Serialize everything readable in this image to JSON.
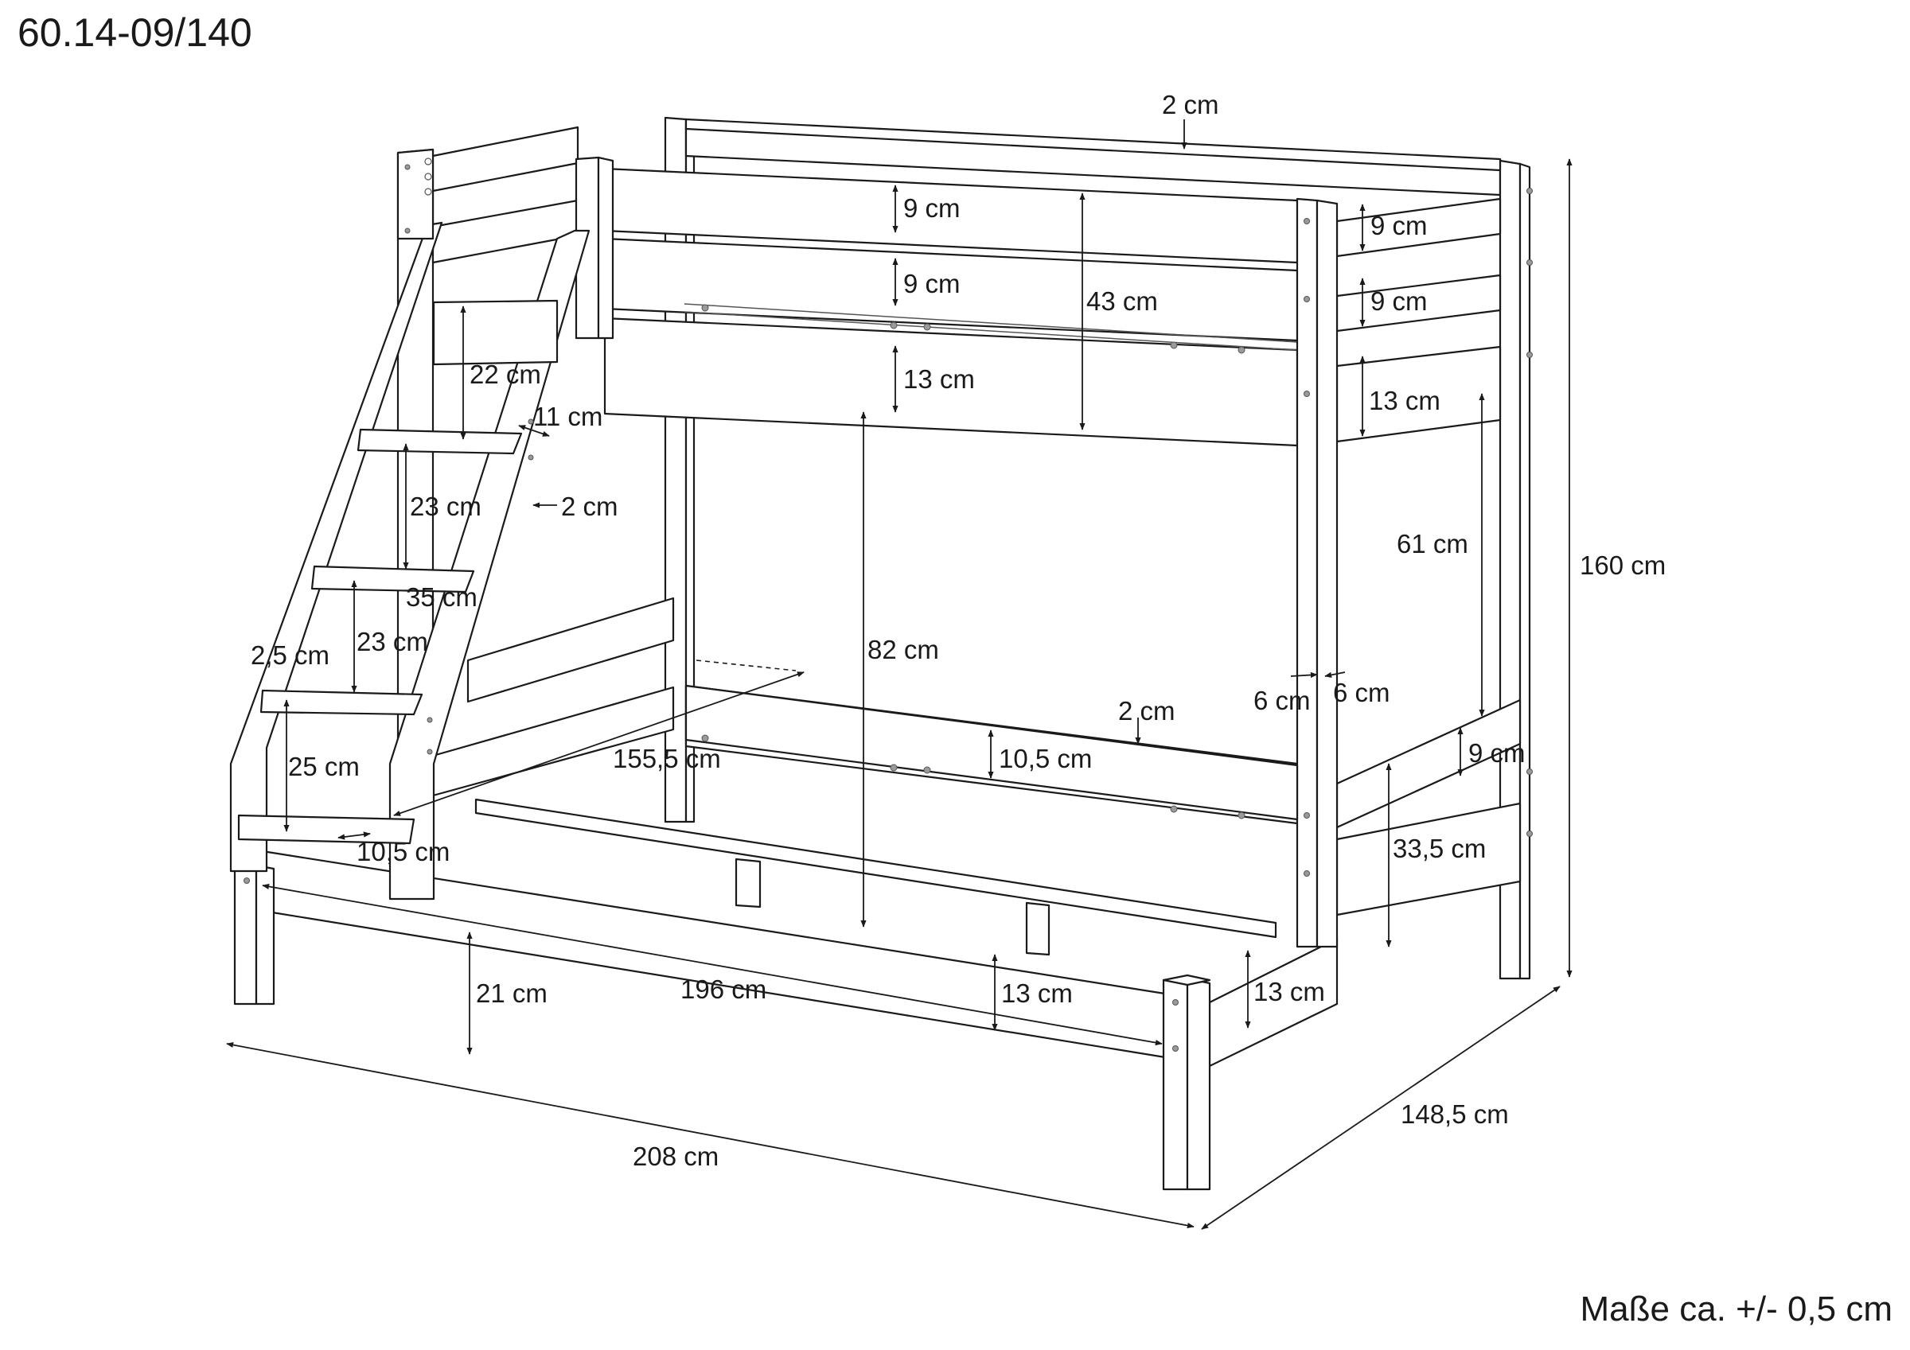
{
  "header": {
    "product_code": "60.14-09/140"
  },
  "footer": {
    "tolerance_note": "Maße ca. +/- 0,5 cm"
  },
  "dimensions": {
    "top_rail_thickness": "2 cm",
    "side_rail_top": "9 cm",
    "side_rail_middle": "9 cm",
    "side_frame_top": "13 cm",
    "guard_height": "43 cm",
    "end_rail_top": "9 cm",
    "end_rail_middle": "9 cm",
    "end_frame_top": "13 cm",
    "step_spacing_1": "22 cm",
    "ladder_width": "11 cm",
    "step_spacing_2": "23 cm",
    "step_thickness": "2 cm",
    "step_length": "35 cm",
    "step_spacing_3": "23 cm",
    "ladder_offset": "2,5 cm",
    "step_spacing_4": "25 cm",
    "step_depth": "10,5 cm",
    "lower_bed_width": "155,5 cm",
    "under_top_clearance": "82 cm",
    "upper_end_clearance": "61 cm",
    "post_width_a": "6 cm",
    "post_width_b": "6 cm",
    "lower_rail_thickness": "2 cm",
    "lower_rail_height": "10,5 cm",
    "lower_end_rail": "9 cm",
    "lower_end_height": "33,5 cm",
    "floor_clearance": "21 cm",
    "inner_length": "196 cm",
    "lower_frame": "13 cm",
    "lower_end_frame": "13 cm",
    "total_height": "160 cm",
    "total_depth": "148,5 cm",
    "total_length": "208 cm"
  }
}
